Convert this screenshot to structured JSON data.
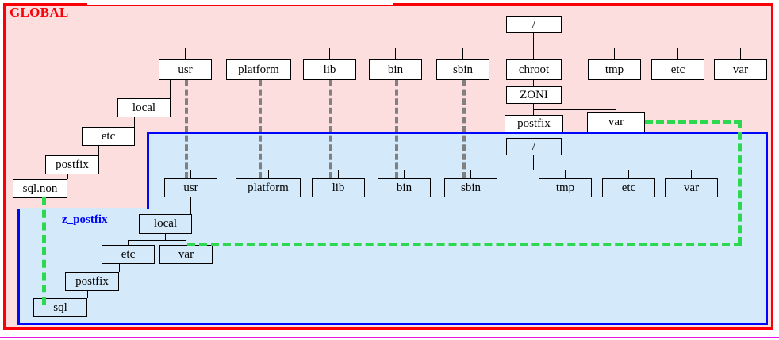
{
  "diagram": {
    "title": "Solaris zone filesystem layout diagram",
    "zones": {
      "global": {
        "label": "GLOBAL",
        "color": "#fb0007",
        "background": "#fddede"
      },
      "local": {
        "label": "z_postfix",
        "color": "#0006fb",
        "background": "#d4eafb"
      }
    },
    "link_colors": {
      "tree_edge": "#000000",
      "mirror_dashed": "#808080",
      "symlink_dashed": "#2cd94e"
    },
    "global_nodes": {
      "root": "/",
      "usr": "usr",
      "platform": "platform",
      "lib": "lib",
      "bin": "bin",
      "sbin": "sbin",
      "chroot": "chroot",
      "tmp": "tmp",
      "etc": "etc",
      "var": "var",
      "zoni": "ZONI",
      "postfix": "postfix",
      "postfix_var": "var",
      "usr_local": "local",
      "usr_local_etc": "etc",
      "usr_local_etc_postfix": "postfix",
      "sql_non": "sql.non"
    },
    "zone_nodes": {
      "root": "/",
      "usr": "usr",
      "platform": "platform",
      "lib": "lib",
      "bin": "bin",
      "sbin": "sbin",
      "tmp": "tmp",
      "etc": "etc",
      "var": "var",
      "usr_local": "local",
      "usr_local_etc": "etc",
      "usr_local_var": "var",
      "usr_local_etc_postfix": "postfix",
      "sql": "sql"
    }
  }
}
